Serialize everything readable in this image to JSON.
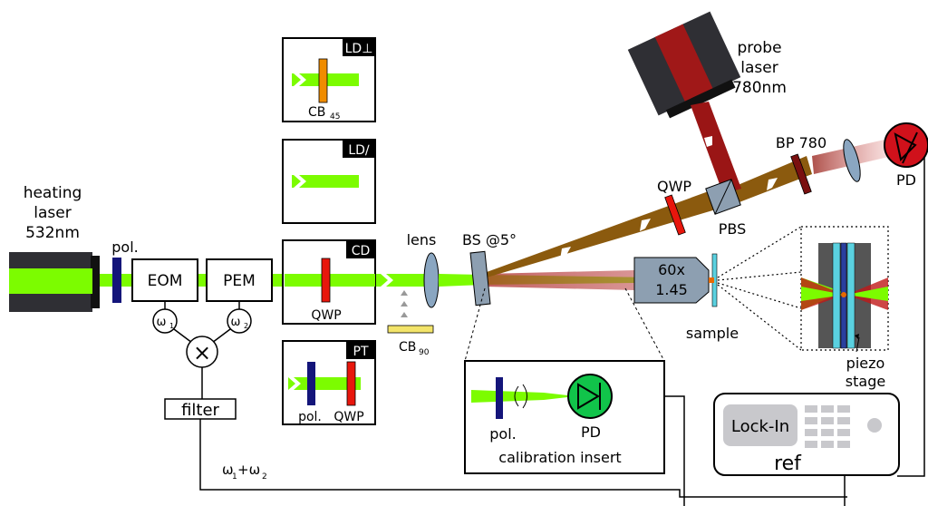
{
  "labels": {
    "heating_laser": [
      "heating",
      "laser",
      "532nm"
    ],
    "polarizer": "pol.",
    "eom": "EOM",
    "pem": "PEM",
    "omega1_base": "ω",
    "omega1_sub": "1",
    "omega2_base": "ω",
    "omega2_sub": "2",
    "mixer": "×",
    "filter": "filter",
    "sum_freq": "ω",
    "sum_freq_sub1": "1",
    "sum_freq_plus": "+ω",
    "sum_freq_sub2": "2",
    "lens": "lens",
    "beamsplitter": "BS @5°",
    "cb90_base": "CB",
    "cb90_sub": "90",
    "probe_laser": [
      "probe",
      "laser",
      "780nm"
    ],
    "qwp_probe": "QWP",
    "pbs": "PBS",
    "bandpass": "BP 780",
    "photodiode": "PD",
    "objective": [
      "60x",
      "1.45"
    ],
    "sample": "sample",
    "piezo_stage": [
      "piezo",
      "stage"
    ],
    "calibration_insert": "calibration insert",
    "cal_pol": "pol.",
    "cal_pd": "PD",
    "lockin": "Lock-In",
    "ref": "ref"
  },
  "modes": [
    {
      "tag": "LD⊥",
      "cb_base": "CB",
      "cb_sub": "45"
    },
    {
      "tag": "LD∕",
      "cb_base": "",
      "cb_sub": ""
    },
    {
      "tag": "CD",
      "qwp": "QWP"
    },
    {
      "tag": "PT",
      "pol": "pol.",
      "qwp": "QWP"
    }
  ],
  "colors": {
    "green_beam": "#7cfc00",
    "red_beam": "#b03030",
    "brown_beam": "#8b5a0e",
    "orange_cb": "#f08c00",
    "navy_pol": "#14157a",
    "red_qwp": "#e8160c",
    "pd_green": "#11c44a",
    "pd_red": "#d0111b",
    "lens_blue": "#8aa6c1",
    "grey_optic": "#8d9fb1",
    "yellow_cb": "#f3e46a"
  }
}
